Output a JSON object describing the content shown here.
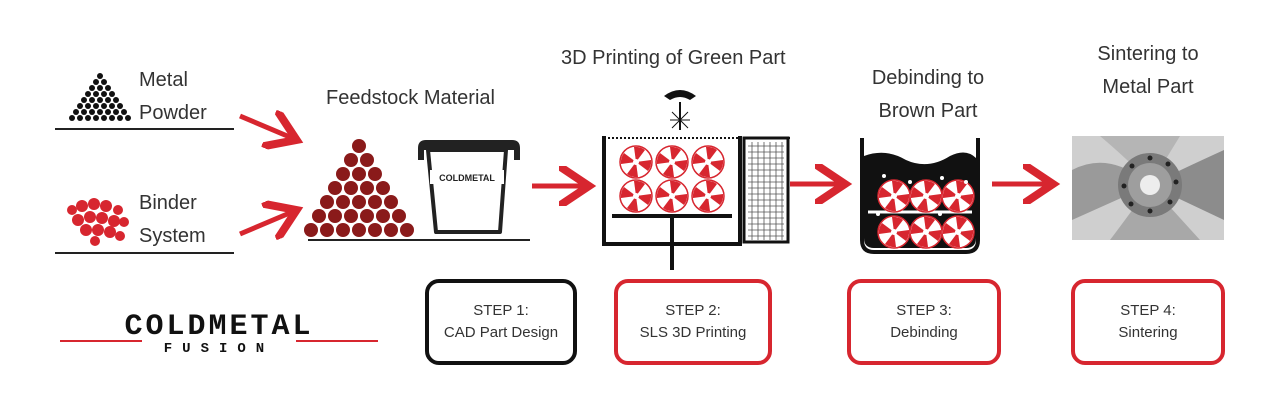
{
  "labels": {
    "metal_powder": [
      "Metal",
      "Powder"
    ],
    "binder_system": [
      "Binder",
      "System"
    ],
    "feedstock": "Feedstock Material",
    "printing": "3D Printing of Green Part",
    "debinding": [
      "Debinding to",
      "Brown Part"
    ],
    "sintering": [
      "Sintering to",
      "Metal Part"
    ]
  },
  "machine_logo": "COLDMETAL",
  "steps": [
    {
      "line1": "STEP 1:",
      "line2": "CAD Part Design",
      "style": "black"
    },
    {
      "line1": "STEP 2:",
      "line2": "SLS 3D Printing",
      "style": "red"
    },
    {
      "line1": "STEP 3:",
      "line2": "Debinding",
      "style": "red"
    },
    {
      "line1": "STEP 4:",
      "line2": "Sintering",
      "style": "red"
    }
  ],
  "brand": {
    "primary": "COLDMETAL",
    "secondary": "FUSION"
  },
  "colors": {
    "accent": "#d7262f",
    "dark": "#111111",
    "text": "#333333"
  }
}
